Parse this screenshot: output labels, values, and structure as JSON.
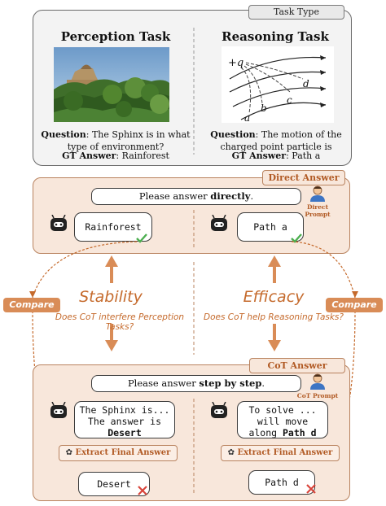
{
  "task_type_label": "Task Type",
  "perception": {
    "title": "Perception Task",
    "question_label": "Question",
    "question_text": ": The Sphinx is in what type of environment?",
    "gt_label": "GT Answer",
    "gt_text": ": Rainforest"
  },
  "reasoning": {
    "title": "Reasoning Task",
    "question_label": "Question",
    "question_text": ": The motion of the charged point particle is",
    "gt_label": "GT Answer",
    "gt_text": ": Path a",
    "figure_labels": [
      "+q",
      "d",
      "c",
      "b",
      "a"
    ]
  },
  "direct": {
    "tag": "Direct Answer",
    "prompt_prefix": "Please answer ",
    "prompt_bold": "directly",
    "prompt_suffix": ".",
    "prompt_label_line1": "Direct",
    "prompt_label_line2": "Prompt",
    "left_answer": "Rainforest",
    "right_answer": "Path a"
  },
  "middle": {
    "stability": "Stability",
    "stability_question": "Does CoT interfere Perception Tasks?",
    "efficacy": "Efficacy",
    "efficacy_question": "Does CoT help Reasoning Tasks?",
    "compare_left": "Compare",
    "compare_right": "Compare"
  },
  "cot": {
    "tag": "CoT Answer",
    "prompt_prefix": "Please answer ",
    "prompt_bold": "step by step",
    "prompt_suffix": ".",
    "prompt_label": "CoT Prompt",
    "left_line1": "The Sphinx is...",
    "left_line2": "The answer is",
    "left_line3": "Desert",
    "right_line1": "To solve ...",
    "right_line2": "will move",
    "right_line3_prefix": "along ",
    "right_line3_bold": "Path d",
    "extract_left": "Extract Final Answer",
    "extract_right": "Extract Final Answer",
    "left_final": "Desert",
    "right_final": "Path d"
  },
  "colors": {
    "accent": "#c56a2c",
    "panel_fill": "#f8e7db",
    "check": "#4caf50",
    "cross": "#d9443a"
  }
}
